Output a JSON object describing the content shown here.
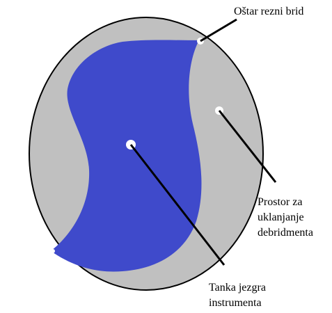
{
  "colors": {
    "background": "#ffffff",
    "outer_section": "#c0c0c0",
    "core": "#3f4acb",
    "outline": "#000000",
    "marker": "#ffffff"
  },
  "labels": {
    "cutting_edge": "Oštar rezni brid",
    "debris_space": [
      "Prostor za",
      "uklanjanje",
      "debridmenta"
    ],
    "core": [
      "Tanka jezgra",
      "instrumenta"
    ]
  }
}
